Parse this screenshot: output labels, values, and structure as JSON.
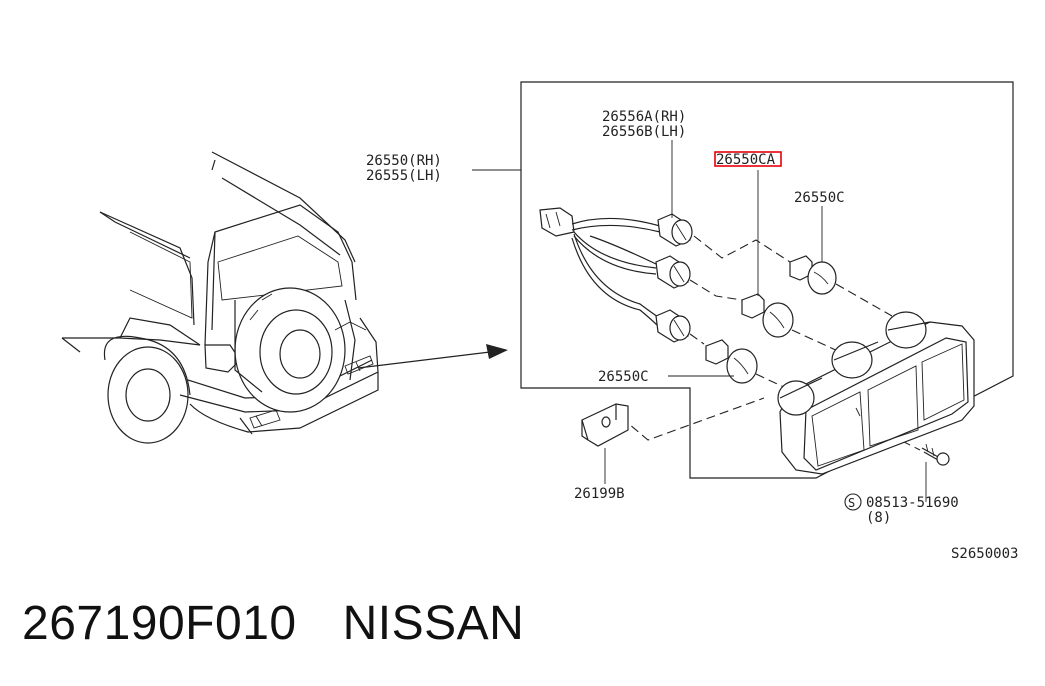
{
  "labels": {
    "lamp_rh": "26550(RH)",
    "lamp_lh": "26555(LH)",
    "socket_rh": "26556A(RH)",
    "socket_lh": "26556B(LH)",
    "bulb_a": "26550CA",
    "bulb_c_top": "26550C",
    "bulb_c_bottom": "26550C",
    "bracket": "26199B",
    "screw_symbol": "S",
    "screw": "08513-51690",
    "screw_qty": "(8)",
    "diagram_code": "S2650003"
  },
  "highlight": {
    "color": "#e8000b",
    "target": "26550CA"
  },
  "footer": {
    "part_number": "267190F010",
    "brand": "NISSAN"
  }
}
